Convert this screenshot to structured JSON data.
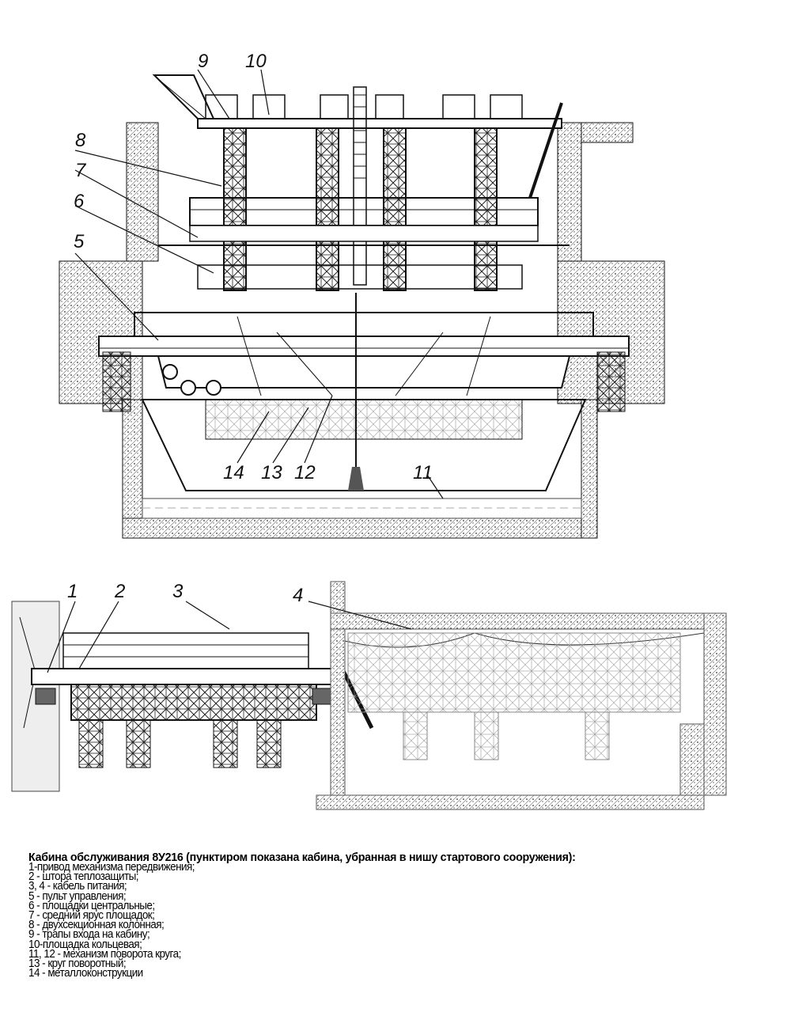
{
  "callouts": {
    "top": [
      "9",
      "10",
      "8",
      "7",
      "6",
      "5",
      "14",
      "13",
      "12",
      "11"
    ],
    "bottom": [
      "1",
      "2",
      "3",
      "4"
    ]
  },
  "caption": {
    "title": "Кабина обслуживания 8У216 (пунктиром показана кабина, убранная в нишу стартового сооружения):",
    "items": [
      "1-привод механизма передвижения;",
      "2 - штора теплозащиты;",
      "3, 4 - кабель питания;",
      "5 - пульт управления;",
      "6 - площадки центральные;",
      "7 - средний ярус площадок;",
      "8 - двухсекционная колонная;",
      "9 - трапы входа на кабину;",
      "10-площадка кольцевая;",
      "11, 12 - механизм поворота круга;",
      "13 - круг поворотный;",
      "14 - металлоконструкции"
    ]
  }
}
